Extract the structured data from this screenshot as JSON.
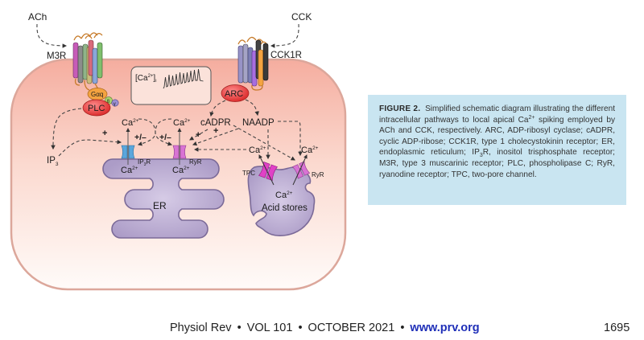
{
  "diagram": {
    "ligands": {
      "ach": "ACh",
      "cck": "CCK"
    },
    "receptors": {
      "m3r": "M3R",
      "cck1r": "CCK1R"
    },
    "g_protein": {
      "alpha": "Gαq",
      "beta": "β",
      "gamma": "γ"
    },
    "enzymes": {
      "plc": "PLC",
      "arc": "ARC"
    },
    "messengers": {
      "ip3_base": "IP",
      "ip3_sub": "3",
      "cadpr": "cADPR",
      "naadp": "NAADP"
    },
    "inset": {
      "label_base": "[Ca",
      "label_sup": "2+",
      "label_close": "]",
      "label_sub": "i"
    },
    "calcium": {
      "base": "Ca",
      "sup": "2+"
    },
    "channels": {
      "ip3r_base": "IP",
      "ip3r_sub": "3",
      "ip3r_end": "R",
      "ryr": "RyR",
      "tpc": "TPC",
      "ryr_acid": "RyR"
    },
    "modulation": {
      "plus": "+",
      "plus_minus": "+/–"
    },
    "organelles": {
      "er": "ER",
      "acid_stores": "Acid stores"
    }
  },
  "caption": {
    "figure_label": "FIGURE 2.",
    "text_1": "Simplified schematic diagram illustrating the different intracellular pathways to local apical Ca",
    "sup_1": "2+",
    "text_2": " spiking employed by ACh and CCK, respectively. ARC, ADP-ribosyl cyclase; cADPR, cyclic ADP-ribose; CCK1R, type 1 cholecystokinin receptor; ER, endoplasmic reticulum; IP",
    "sub_1": "3",
    "text_3": "R, inositol trisphosphate receptor; M3R, type 3 muscarinic receptor; PLC, phospholipase C; RyR, ryanodine receptor; TPC, two-pore channel."
  },
  "footer": {
    "journal": "Physiol Rev",
    "volume": "VOL 101",
    "date": "OCTOBER 2021",
    "url": "www.prv.org",
    "separator": "•",
    "page_number": "1695"
  },
  "colors": {
    "cell_fill_top": "#f6b2a4",
    "cell_fill_bottom": "#fffaf8",
    "cell_border": "#dba79c",
    "organelle_fill": "#b3a3cc",
    "organelle_border": "#7b6a98",
    "caption_bg": "#c9e5f1",
    "url_color": "#1f2fb8",
    "plc_arc_red": "#e23a3a",
    "galpha_orange": "#f4a340",
    "ip3r_blue": "#5aa6dc",
    "ryr_pink": "#d873d4",
    "tpc_magenta": "#e041c6"
  }
}
